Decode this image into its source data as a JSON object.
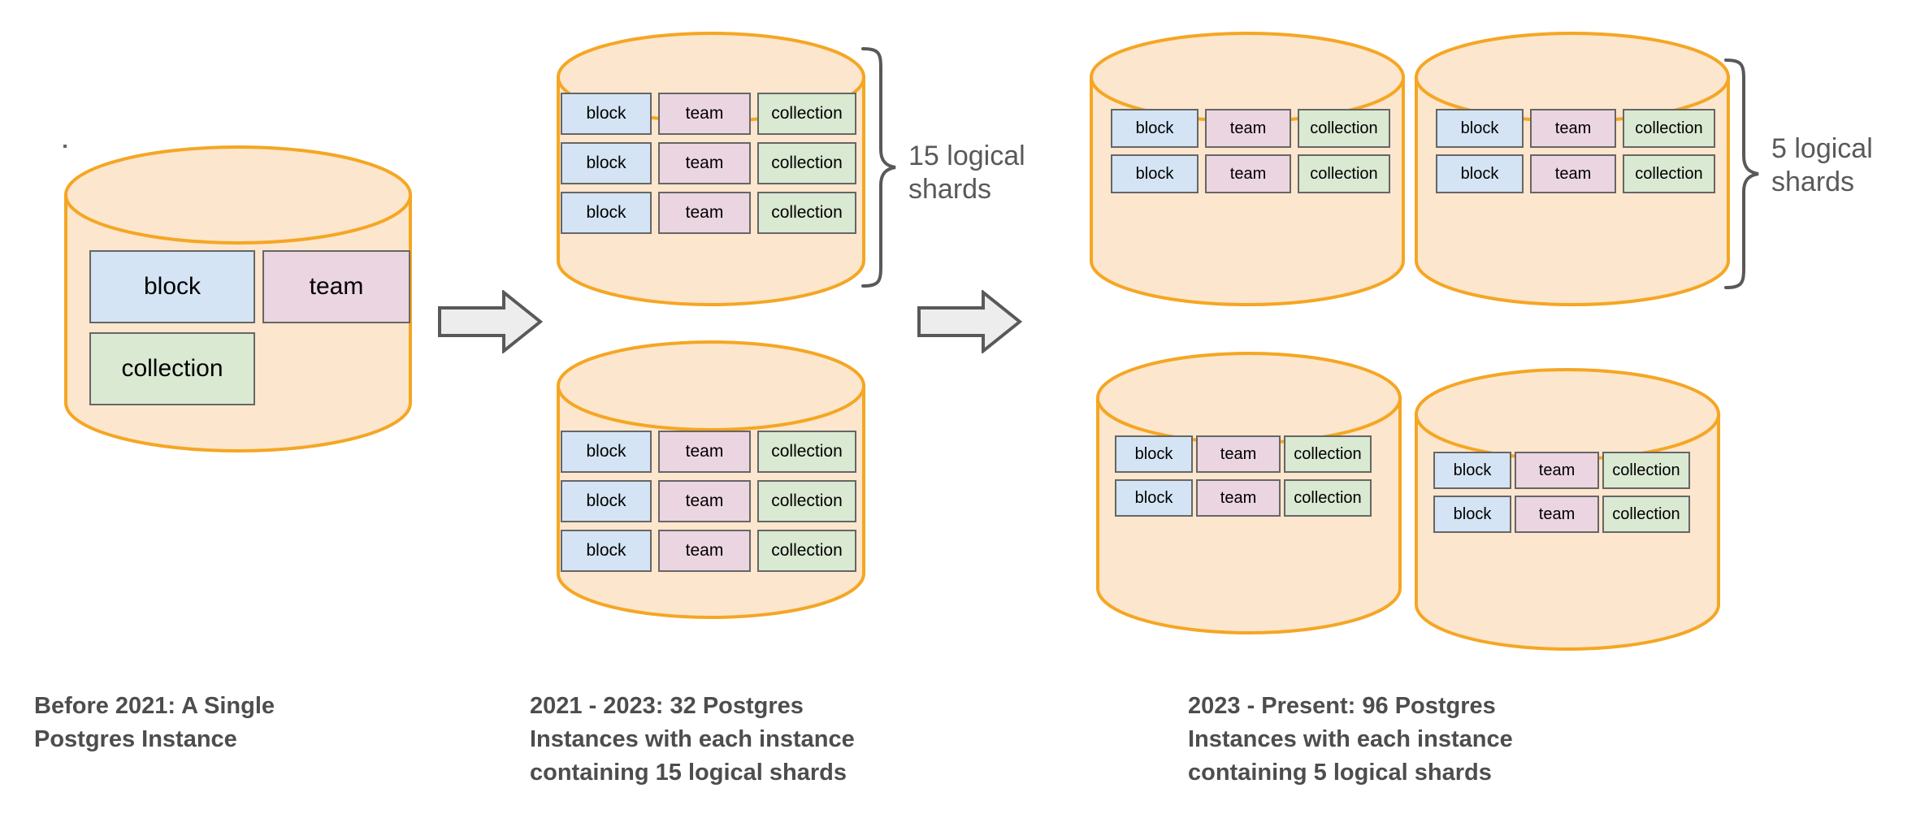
{
  "diagram": {
    "title_semantics": "Notion Postgres sharding evolution diagram",
    "shard_labels": {
      "block": "block",
      "team": "team",
      "collection": "collection"
    },
    "colors": {
      "cylinder_fill": "#fce6cd",
      "cylinder_stroke": "#f5a623",
      "block": "#d4e4f4",
      "team": "#ebd5e0",
      "collection": "#dae9d2",
      "box_stroke": "#666666",
      "arrow_fill": "#ededed",
      "arrow_stroke": "#595959",
      "text": "#4d4d4d",
      "brace_stroke": "#595959"
    }
  },
  "stages": [
    {
      "id": "stage-1",
      "caption": "Before 2021: A Single\nPostgres Instance",
      "cylinders": [
        {
          "id": "stage1-cylinder-1",
          "layout": "free",
          "tables": [
            "block",
            "team",
            "collection"
          ]
        }
      ],
      "brace": null
    },
    {
      "id": "stage-2",
      "caption": "2021 - 2023: 32 Postgres\nInstances with each instance\ncontaining 15 logical shards",
      "cylinders": [
        {
          "id": "stage2-cylinder-1",
          "rows": 3,
          "row_tables": [
            "block",
            "team",
            "collection"
          ]
        },
        {
          "id": "stage2-cylinder-2",
          "rows": 3,
          "row_tables": [
            "block",
            "team",
            "collection"
          ]
        }
      ],
      "brace": {
        "label": "15 logical\nshards"
      }
    },
    {
      "id": "stage-3",
      "caption": "2023 - Present: 96 Postgres\nInstances with each instance\ncontaining 5 logical shards",
      "cylinders": [
        {
          "id": "stage3-cylinder-1",
          "rows": 2,
          "row_tables": [
            "block",
            "team",
            "collection"
          ]
        },
        {
          "id": "stage3-cylinder-2",
          "rows": 2,
          "row_tables": [
            "block",
            "team",
            "collection"
          ]
        },
        {
          "id": "stage3-cylinder-3",
          "rows": 2,
          "row_tables": [
            "block",
            "team",
            "collection"
          ]
        },
        {
          "id": "stage3-cylinder-4",
          "rows": 2,
          "row_tables": [
            "block",
            "team",
            "collection"
          ]
        }
      ],
      "brace": {
        "label": "5 logical\nshards"
      }
    }
  ],
  "arrows": [
    {
      "id": "arrow-1",
      "direction": "right"
    },
    {
      "id": "arrow-2",
      "direction": "right"
    }
  ]
}
